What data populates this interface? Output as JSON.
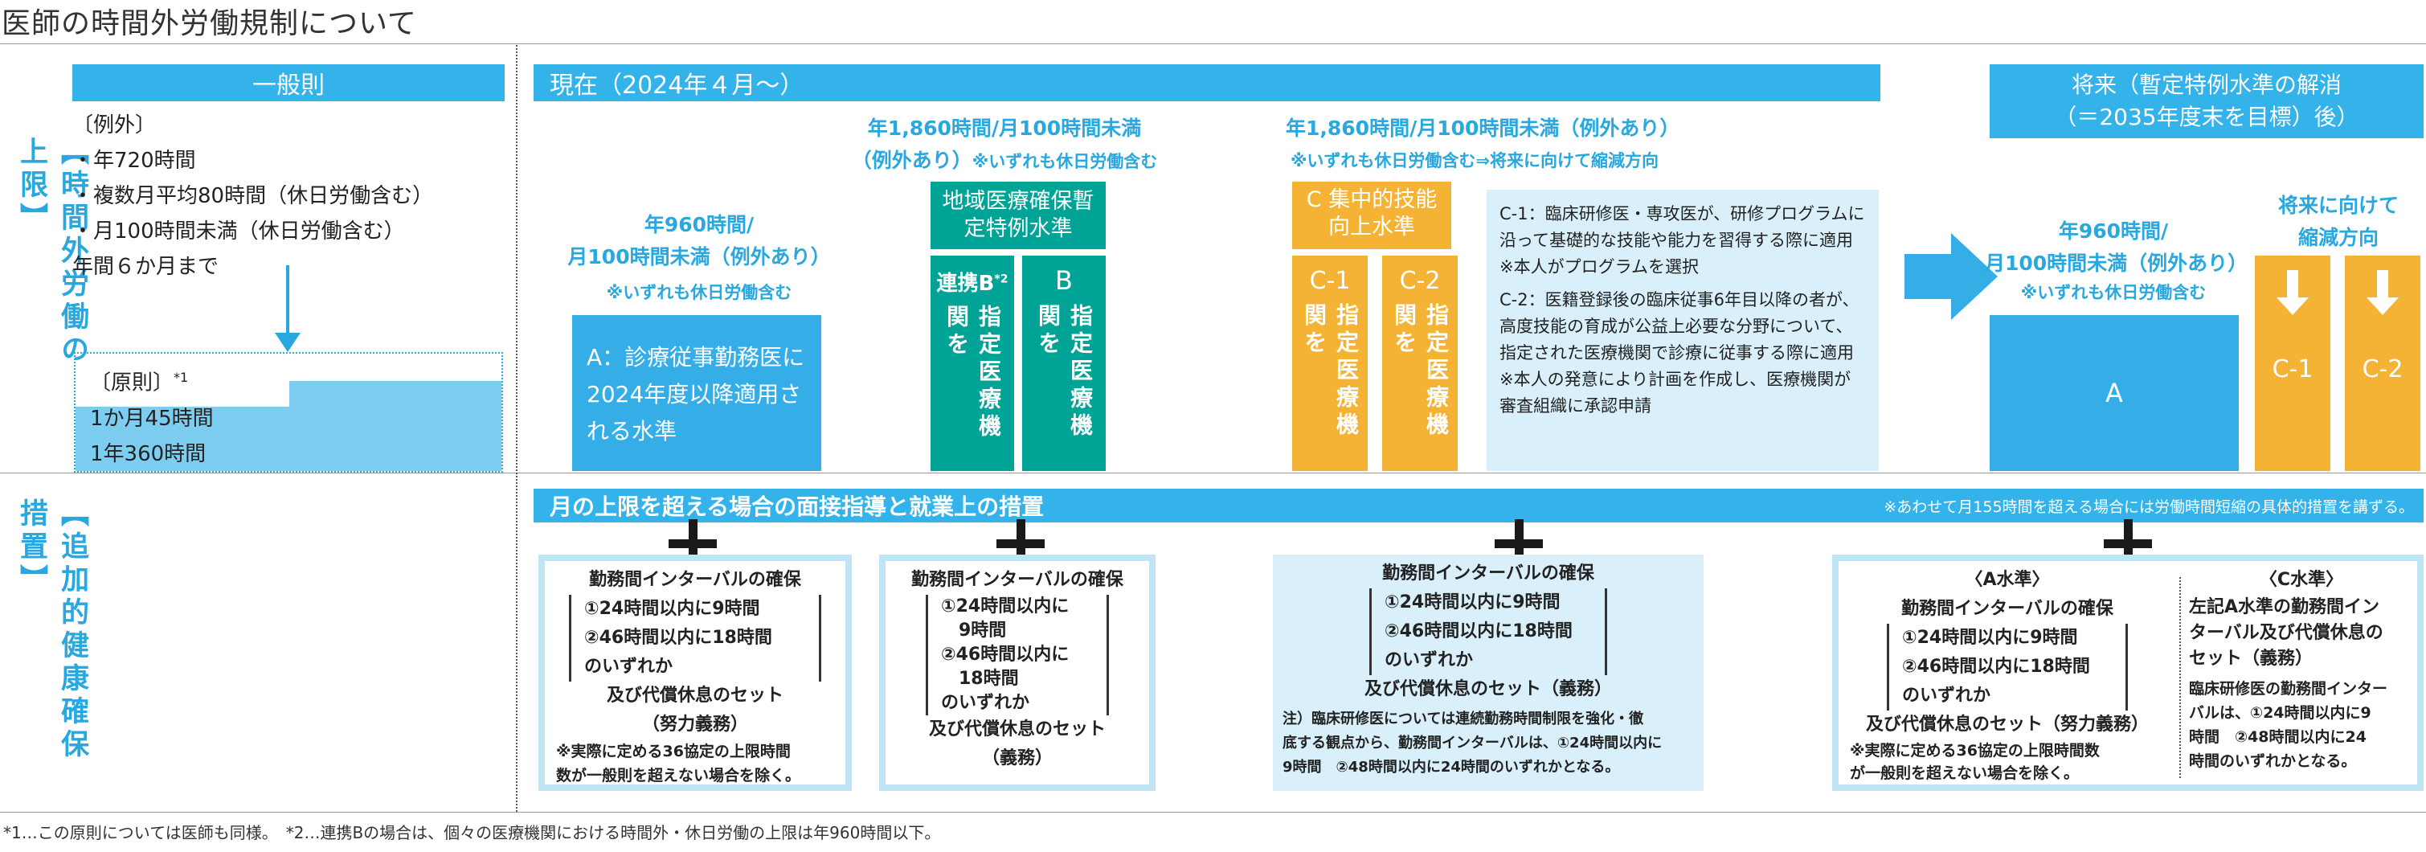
{
  "title": "医師の時間外労働規制について",
  "row1_label": "【時間外労働の上限】",
  "row2_label": "【追加的健康確保措置】",
  "general": {
    "header": "一般則",
    "exception_lines": [
      "〔例外〕",
      "・年720時間",
      "・複数月平均80時間（休日労働含む）",
      "・月100時間未満（休日労働含む）",
      "年間６か月まで"
    ],
    "principle_title": "〔原則〕",
    "principle_sup": "*1",
    "principle_lines": [
      "1か月45時間",
      "1年360時間"
    ]
  },
  "current": {
    "header": "現在（2024年４月〜）",
    "a_caption": [
      "年960時間/",
      "月100時間未満（例外あり）"
    ],
    "a_note": "※いずれも休日労働含む",
    "a_box": "A：診療従事勤務医に2024年度以降適用される水準",
    "b_caption": [
      "年1,860時間/月100時間未満",
      "（例外あり）"
    ],
    "b_note": "※いずれも休日労働含む",
    "b_header": "地域医療確保暫定特例水準",
    "renkei_label": "連携B",
    "renkei_sup": "*2",
    "renkei_text": "指定医療機関を",
    "b_label": "B",
    "b_text": "指定医療機関を",
    "c_caption": "年1,860時間/月100時間未満（例外あり）",
    "c_note": "※いずれも休日労働含む⇒将来に向けて縮減方向",
    "c_header": [
      "C 集中的技能",
      "向上水準"
    ],
    "c1_label": "C-1",
    "c1_text": "指定医療機関を",
    "c2_label": "C-2",
    "c2_text": "指定医療機関を",
    "c_desc1": "C-1：臨床研修医・専攻医が、研修プログラムに沿って基礎的な技能や能力を習得する際に適用 ※本人がプログラムを選択",
    "c_desc2": "C-2：医籍登録後の臨床従事6年目以降の者が、高度技能の育成が公益上必要な分野について、指定された医療機関で診療に従事する際に適用 ※本人の発意により計画を作成し、医療機関が審査組織に承認申請"
  },
  "future": {
    "header": [
      "将来（暫定特例水準の解消",
      "（＝2035年度末を目標）後）"
    ],
    "caption": [
      "年960時間/",
      "月100時間未満（例外あり）"
    ],
    "note": "※いずれも休日労働含む",
    "a_label": "A",
    "reduce_caption": [
      "将来に向けて",
      "縮減方向"
    ],
    "c1_label": "C-1",
    "c2_label": "C-2"
  },
  "health": {
    "header": "月の上限を超える場合の面接指導と就業上の措置",
    "header_note": "※あわせて月155時間を超える場合には労働時間短縮の具体的措置を講ずる。",
    "box1": {
      "title": "勤務間インターバルの確保",
      "items": [
        "①24時間以内に9時間",
        "②46時間以内に18時間",
        "のいずれか"
      ],
      "after": [
        "及び代償休息のセット",
        "（努力義務）"
      ],
      "note": [
        "※実際に定める36協定の上限時間",
        "数が一般則を超えない場合を除く。"
      ]
    },
    "box2": {
      "title": "勤務間インターバルの確保",
      "items": [
        "①24時間以内に",
        "9時間",
        "②46時間以内に",
        "18時間",
        "のいずれか"
      ],
      "after": [
        "及び代償休息のセット",
        "（義務）"
      ]
    },
    "box3": {
      "title": "勤務間インターバルの確保",
      "items": [
        "①24時間以内に9時間",
        "②46時間以内に18時間",
        "のいずれか"
      ],
      "after": "及び代償休息のセット（義務）",
      "note": [
        "注）臨床研修医については連続勤務時間制限を強化・徹",
        "底する観点から、勤務間インターバルは、①24時間以内に",
        "9時間　②48時間以内に24時間のいずれかとなる。"
      ]
    },
    "box4": {
      "a_title": "〈A水準〉",
      "title": "勤務間インターバルの確保",
      "items": [
        "①24時間以内に9時間",
        "②46時間以内に18時間",
        "のいずれか"
      ],
      "after": "及び代償休息のセット（努力義務）",
      "note": [
        "※実際に定める36協定の上限時間数",
        "が一般則を超えない場合を除く。"
      ],
      "c_title": "〈C水準〉",
      "c_lines": [
        "左記A水準の勤務間イン",
        "ターバル及び代償休息の",
        "セット（義務）"
      ],
      "c_note": [
        "臨床研修医の勤務間インター",
        "バルは、①24時間以内に9",
        "時間　②48時間以内に24",
        "時間のいずれかとなる。"
      ]
    }
  },
  "footnote": "*1…この原則については医師も同様。　*2…連携Bの場合は、個々の医療機関における時間外・休日労働の上限は年960時間以下。"
}
